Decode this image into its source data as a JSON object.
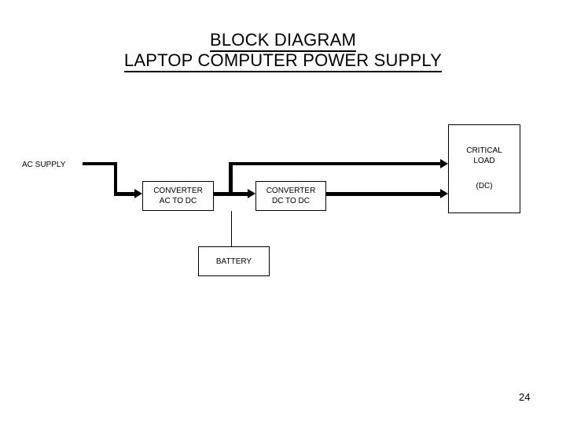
{
  "slide": {
    "title_line_1": "BLOCK DIAGRAM",
    "title_line_2": "LAPTOP COMPUTER POWER SUPPLY",
    "page_number": "24",
    "background_color": "#ffffff",
    "line_color": "#000000"
  },
  "diagram": {
    "type": "block-diagram",
    "labels": {
      "ac_supply": "AC SUPPLY"
    },
    "blocks": [
      {
        "id": "converter-ac-dc",
        "line_1": "CONVERTER",
        "line_2": "AC TO DC"
      },
      {
        "id": "converter-dc-dc",
        "line_1": "CONVERTER",
        "line_2": "DC TO DC"
      },
      {
        "id": "battery",
        "line_1": "BATTERY"
      },
      {
        "id": "critical-load",
        "line_1": "CRITICAL",
        "line_2": "LOAD",
        "line_3": "(DC)"
      }
    ],
    "connections": [
      {
        "from": "ac-supply",
        "to": "converter-ac-dc",
        "arrow": true
      },
      {
        "from": "converter-ac-dc",
        "to": "converter-dc-dc",
        "arrow": true
      },
      {
        "from": "converter-ac-dc",
        "to": "critical-load",
        "arrow": true
      },
      {
        "from": "converter-ac-dc",
        "to": "battery",
        "arrow": false
      },
      {
        "from": "converter-dc-dc",
        "to": "critical-load",
        "arrow": true
      }
    ]
  }
}
